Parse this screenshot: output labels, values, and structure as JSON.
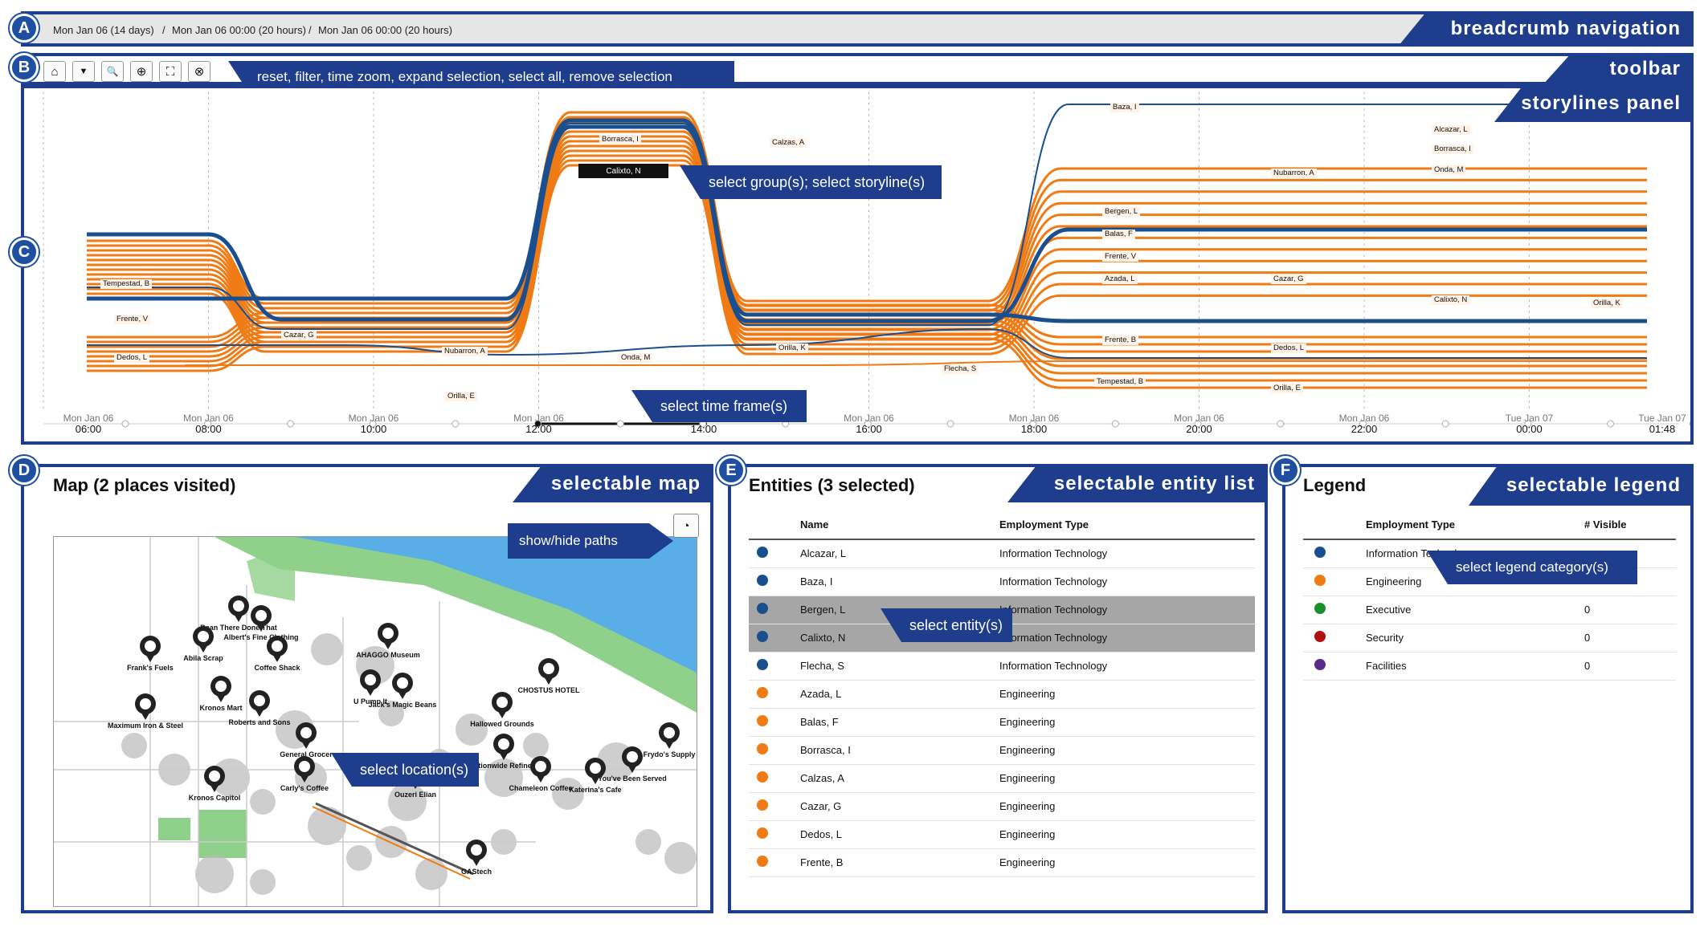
{
  "breadcrumb": {
    "items": [
      "Mon Jan 06 (14 days)",
      "Mon Jan 06 00:00 (20 hours)",
      "Mon Jan 06 00:00 (20 hours)"
    ],
    "separator": "/",
    "banner": "breadcrumb navigation",
    "marker": "A"
  },
  "toolbar": {
    "marker": "B",
    "banner": "toolbar",
    "callout": "reset, filter, time zoom, expand selection, select all, remove selection",
    "buttons": [
      {
        "name": "reset-button",
        "icon": "home-icon",
        "glyph": "⌂"
      },
      {
        "name": "filter-button",
        "icon": "filter-icon",
        "glyph": "▼"
      },
      {
        "name": "time-zoom-button",
        "icon": "zoom-icon",
        "glyph": "🔍"
      },
      {
        "name": "expand-selection-button",
        "icon": "expand-icon",
        "glyph": "⊕"
      },
      {
        "name": "select-all-button",
        "icon": "select-all-icon",
        "glyph": "⛶"
      },
      {
        "name": "remove-selection-button",
        "icon": "remove-selection-icon",
        "glyph": "⊗"
      }
    ]
  },
  "storylines": {
    "marker": "C",
    "banner": "storylines panel",
    "callout_group": "select group(s); select storyline(s)",
    "callout_time": "select time frame(s)",
    "selected_label": "Calixto, N",
    "time_axis": [
      {
        "date": "Mon Jan 06",
        "time": "06:00"
      },
      {
        "date": "Mon Jan 06",
        "time": "08:00"
      },
      {
        "date": "Mon Jan 06",
        "time": "10:00"
      },
      {
        "date": "Mon Jan 06",
        "time": "12:00"
      },
      {
        "date": "Mon Jan 06",
        "time": "14:00"
      },
      {
        "date": "Mon Jan 06",
        "time": "16:00"
      },
      {
        "date": "Mon Jan 06",
        "time": "18:00"
      },
      {
        "date": "Mon Jan 06",
        "time": "20:00"
      },
      {
        "date": "Mon Jan 06",
        "time": "22:00"
      },
      {
        "date": "Tue Jan 07",
        "time": "00:00"
      },
      {
        "date": "Tue Jan 07",
        "time": "01:48"
      }
    ],
    "labels": [
      "Tempestad, B",
      "Frente, V",
      "Dedos, L",
      "Cazar, G",
      "Nubarron, A",
      "Onda, M",
      "Borrasca, I",
      "Orilla, K",
      "Flecha, S",
      "Orilla, E",
      "Calzas, A",
      "Baza, I",
      "Alcazar, L",
      "Borrasca, I",
      "Onda, M",
      "Nubarron, A",
      "Bergen, L",
      "Balas, F",
      "Frente, V",
      "Azada, L",
      "Cazar, G",
      "Calixto, N",
      "Orilla, K",
      "Frente, B",
      "Dedos, L",
      "Tempestad, B",
      "Orilla, E"
    ],
    "colors": {
      "it": "#1a4f8f",
      "engineering": "#f07a14"
    }
  },
  "map": {
    "marker": "D",
    "title": "Map (2 places visited)",
    "banner": "selectable map",
    "callout_paths": "show/hide paths",
    "callout_location": "select location(s)",
    "places": [
      "Bean There Done That",
      "Frank's Fuels",
      "Abila Scrap",
      "Albert's Fine Clothing",
      "Coffee Shack",
      "AHAGGO Museum",
      "U Pump It",
      "Jack's Magic Beans",
      "CHOSTUS HOTEL",
      "Maximum Iron & Steel",
      "Kronos Mart",
      "Roberts and Sons",
      "General Grocer",
      "Nationwide Refinery",
      "Chameleon Coffee",
      "Katerina's Cafe",
      "You've Been Served",
      "Frydo's Supply",
      "Kronos Capitol",
      "Carly's Coffee",
      "Ouzeri Elian",
      "GAStech",
      "Hallowed Grounds"
    ],
    "colors": {
      "water": "#5aaee8",
      "park": "#8fd08a",
      "road": "#b9b9b9"
    }
  },
  "entities": {
    "marker": "E",
    "title": "Entities (3 selected)",
    "banner": "selectable entity list",
    "callout": "select entity(s)",
    "columns": [
      "Name",
      "Employment Type"
    ],
    "rows": [
      {
        "name": "Alcazar, L",
        "type": "Information Technology",
        "color": "#1a4f8f",
        "selected": false
      },
      {
        "name": "Baza, I",
        "type": "Information Technology",
        "color": "#1a4f8f",
        "selected": false
      },
      {
        "name": "Bergen, L",
        "type": "Information Technology",
        "color": "#1a4f8f",
        "selected": true
      },
      {
        "name": "Calixto, N",
        "type": "Information Technology",
        "color": "#1a4f8f",
        "selected": true
      },
      {
        "name": "Flecha, S",
        "type": "Information Technology",
        "color": "#1a4f8f",
        "selected": false
      },
      {
        "name": "Azada, L",
        "type": "Engineering",
        "color": "#f07a14",
        "selected": false
      },
      {
        "name": "Balas, F",
        "type": "Engineering",
        "color": "#f07a14",
        "selected": false
      },
      {
        "name": "Borrasca, I",
        "type": "Engineering",
        "color": "#f07a14",
        "selected": false
      },
      {
        "name": "Calzas, A",
        "type": "Engineering",
        "color": "#f07a14",
        "selected": false
      },
      {
        "name": "Cazar, G",
        "type": "Engineering",
        "color": "#f07a14",
        "selected": false
      },
      {
        "name": "Dedos, L",
        "type": "Engineering",
        "color": "#f07a14",
        "selected": false
      },
      {
        "name": "Frente, B",
        "type": "Engineering",
        "color": "#f07a14",
        "selected": false
      }
    ]
  },
  "legend": {
    "marker": "F",
    "title": "Legend",
    "banner": "selectable legend",
    "callout": "select legend category(s)",
    "columns": [
      "Employment Type",
      "# Visible"
    ],
    "rows": [
      {
        "type": "Information Technology",
        "count": "",
        "color": "#1a4f8f"
      },
      {
        "type": "Engineering",
        "count": "",
        "color": "#f07a14"
      },
      {
        "type": "Executive",
        "count": "0",
        "color": "#1a8f2a"
      },
      {
        "type": "Security",
        "count": "0",
        "color": "#b01010"
      },
      {
        "type": "Facilities",
        "count": "0",
        "color": "#5a2a8c"
      }
    ]
  }
}
